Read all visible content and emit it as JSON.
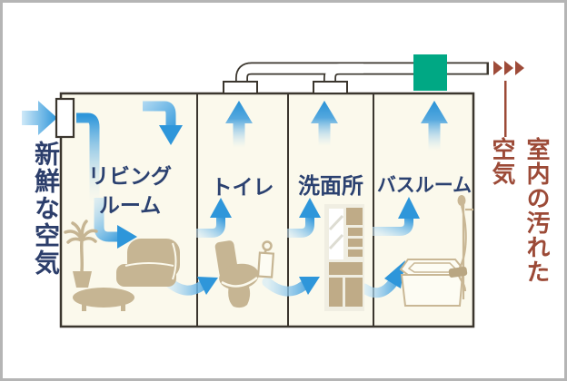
{
  "diagram": {
    "type": "home-ventilation-airflow",
    "fresh_air_label": "新鮮な空気",
    "exhaust_label": {
      "columns": [
        "室内の汚れた",
        "空気"
      ]
    },
    "rooms": [
      {
        "id": "living-room",
        "label_line1": "リビング",
        "label_line2": "ルーム"
      },
      {
        "id": "toilet",
        "label": "トイレ"
      },
      {
        "id": "washroom",
        "label": "洗面所"
      },
      {
        "id": "bathroom",
        "label": "バスルーム"
      }
    ],
    "colors": {
      "airflow_blue": "#2e96da",
      "airflow_light": "#cfe9f8",
      "fresh_air_text": "#2c3e6b",
      "exhaust_text": "#9c4a37",
      "room_label_text": "#2b4170",
      "fan_unit_green": "#00a884",
      "furniture_beige": "#c6b593",
      "room_fill": "#fbf9ec",
      "wall": "#3b362e",
      "frame_border": "#b5b5b5"
    }
  }
}
